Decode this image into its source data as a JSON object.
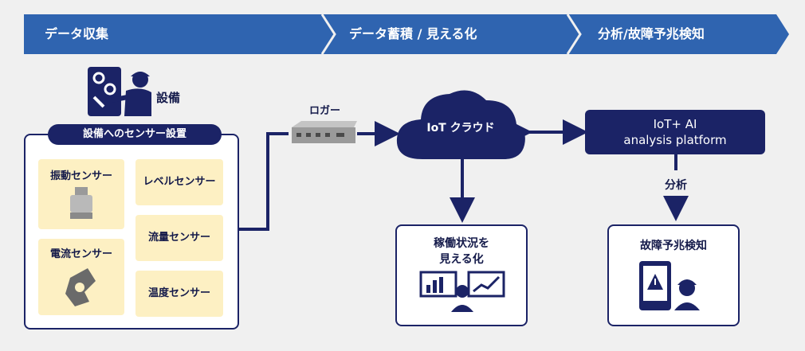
{
  "steps": [
    {
      "label": "データ収集"
    },
    {
      "label": "データ蓄積 / 見える化"
    },
    {
      "label": "分析/故障予兆検知"
    }
  ],
  "equipment": {
    "label": "設備"
  },
  "sensor_panel": {
    "title": "設備へのセンサー設置",
    "sensors": [
      {
        "label": "振動センサー"
      },
      {
        "label": "レベルセンサー"
      },
      {
        "label": "電流センサー"
      },
      {
        "label": "流量センサー"
      },
      {
        "label": "温度センサー"
      }
    ]
  },
  "logger": {
    "label": "ロガー"
  },
  "cloud": {
    "label": "IoT クラウド"
  },
  "platform": {
    "line1": "IoT+ AI",
    "line2": "analysis platform"
  },
  "analysis_label": "分析",
  "visualize": {
    "line1": "稼働状況を",
    "line2": "見える化"
  },
  "prediction": {
    "label": "故障予兆検知"
  },
  "colors": {
    "accent": "#2f64b0",
    "navy": "#1b2366",
    "sensor_bg": "#fdf0c3",
    "background": "#f0f0f0"
  }
}
